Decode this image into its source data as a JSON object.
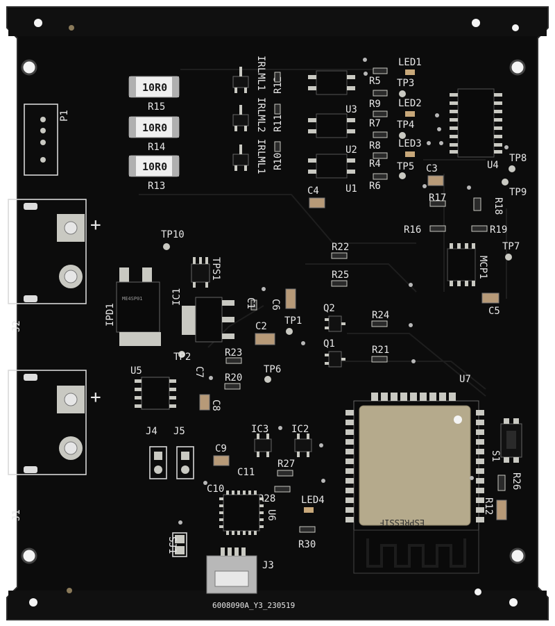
{
  "labels": {
    "p1": "P1",
    "r15": "R15",
    "r14": "R14",
    "r13": "R13",
    "r15_value": "10R0",
    "r14_value": "10R0",
    "r13_value": "10R0",
    "q_irlml_1": "IRLML1",
    "q_irlml_2": "IRLML2",
    "q_irlml_3": "IRLML1",
    "r12": "R12",
    "r11": "R11",
    "r10": "R10",
    "u3": "U3",
    "u2": "U2",
    "u1": "U1",
    "u4": "U4",
    "r5": "R5",
    "r9": "R9",
    "r7": "R7",
    "r8": "R8",
    "r4": "R4",
    "r6": "R6",
    "led1": "LED1",
    "led2": "LED2",
    "led3": "LED3",
    "led4": "LED4",
    "tp3": "TP3",
    "tp4": "TP4",
    "tp5": "TP5",
    "tp8": "TP8",
    "tp9": "TP9",
    "tp10": "TP10",
    "tp7": "TP7",
    "tp1": "TP1",
    "tp2": "TP2",
    "tp6": "TP6",
    "c3": "C3",
    "c4": "C4",
    "c5": "C5",
    "c6": "C6",
    "c1": "C1",
    "c2": "C2",
    "c7": "C7",
    "c8": "C8",
    "c9": "C9",
    "c10": "C10",
    "c11": "C11",
    "r17": "R17",
    "r18": "R18",
    "r16": "R16",
    "r19": "R19",
    "r22": "R22",
    "r25": "R25",
    "r23": "R23",
    "r20": "R20",
    "r24": "R24",
    "r21": "R21",
    "r27": "R27",
    "r28": "R28",
    "r30": "R30",
    "r26": "R26",
    "r12b": "R12",
    "q1": "Q1",
    "q2": "Q2",
    "mcp1": "MCP1",
    "tps1": "TPS1",
    "ic1": "IC1",
    "ic2": "IC2",
    "ic3": "IC3",
    "ipd1": "IPD1",
    "j1": "J1",
    "j2": "J2",
    "j3": "J3",
    "j4": "J4",
    "j5": "J5",
    "u5": "U5",
    "u6": "U6",
    "u7": "U7",
    "s1": "S1",
    "sj1": "SJ1",
    "plus_top": "+",
    "plus_bottom": "+",
    "board_id": "6008090A_Y3_230519"
  },
  "components": {
    "esp_module_text": "ESPRESSIF",
    "ipd_marking": "ME4SP01"
  },
  "colors": {
    "board": "#0c0c0c",
    "silk": "#e8e8e8",
    "pad": "#c9c9c2",
    "shield": "#b5aa8c"
  }
}
